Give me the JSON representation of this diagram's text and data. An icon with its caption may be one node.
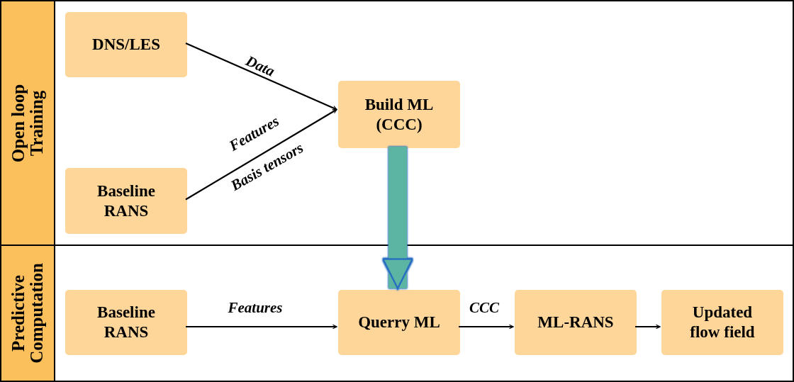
{
  "diagram": {
    "nodes": [
      {
        "text": [
          "Open loop Training"
        ]
      },
      {
        "text": [
          "DNS/LES"
        ],
        "in": 0
      },
      {
        "text": [
          "Baseline RANS"
        ],
        "in": 0
      },
      {
        "text": [
          "Build ML (CCC)"
        ],
        "in": 0
      },
      {
        "text": [
          "Predictive Computation"
        ]
      },
      {
        "text": [
          "Baseline RANS"
        ],
        "in": 4
      },
      {
        "text": [
          "Querry ML"
        ],
        "in": 4
      },
      {
        "text": [
          "ML-RANS"
        ],
        "in": 4
      },
      {
        "text": [
          "Updated flow field"
        ],
        "in": 4
      }
    ],
    "edges": [
      {
        "from": 1,
        "to": 3,
        "arrow": "to",
        "label": "Data"
      },
      {
        "from": 2,
        "to": 3,
        "arrow": "to",
        "label": "Features"
      },
      {
        "from": 3,
        "to": 6,
        "arrow": "to",
        "style": "thick",
        "color": "#5bb5a2"
      },
      {
        "from": 5,
        "to": 6,
        "arrow": "to",
        "label": "Features"
      },
      {
        "from": 6,
        "to": 7,
        "arrow": "to",
        "label": "CCC"
      },
      {
        "from": 7,
        "to": 8,
        "arrow": "to"
      }
    ],
    "labels": [
      "Basis tensors"
    ]
  }
}
